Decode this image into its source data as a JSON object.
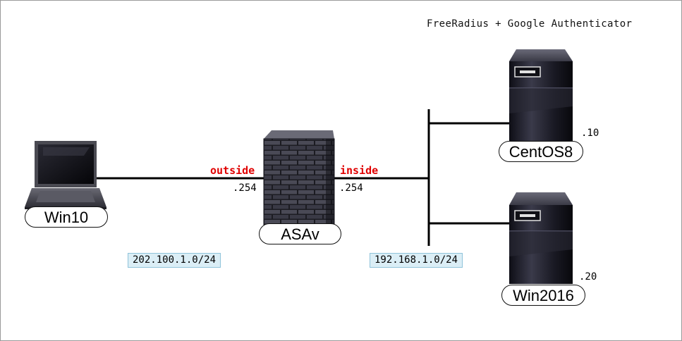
{
  "header_label": "FreeRadius + Google Authenticator",
  "nodes": {
    "win10": {
      "label": "Win10"
    },
    "asav": {
      "label": "ASAv"
    },
    "centos8": {
      "label": "CentOS8",
      "host": ".10"
    },
    "win2016": {
      "label": "Win2016",
      "host": ".20"
    }
  },
  "interfaces": {
    "outside": {
      "name": "outside",
      "ip": ".254"
    },
    "inside": {
      "name": "inside",
      "ip": ".254"
    }
  },
  "subnets": {
    "outside": "202.100.1.0/24",
    "inside": "192.168.1.0/24"
  },
  "colors": {
    "interface_label": "#e00000",
    "subnet_fill": "#dbeef6",
    "subnet_border": "#8fc3da",
    "link": "#000000"
  },
  "icons": {
    "win10": "laptop-icon",
    "asav": "firewall-icon",
    "centos8": "server-icon",
    "win2016": "server-icon"
  }
}
